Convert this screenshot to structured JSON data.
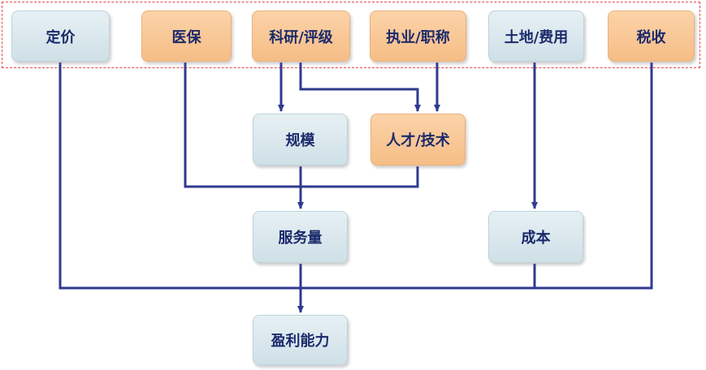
{
  "nodes": {
    "pricing": "定价",
    "medical_insurance": "医保",
    "research_rating": "科研/评级",
    "practice_title": "执业/职称",
    "land_cost": "土地/费用",
    "tax": "税收",
    "scale": "规模",
    "talent_tech": "人才/技术",
    "service_volume": "服务量",
    "cost": "成本",
    "profitability": "盈利能力"
  },
  "colors": {
    "blue_box": "#d3e3ea",
    "orange_box": "#f8c691",
    "text": "#1b2a6b",
    "connector": "#2f3a8f",
    "dashed_frame": "#e04848"
  }
}
